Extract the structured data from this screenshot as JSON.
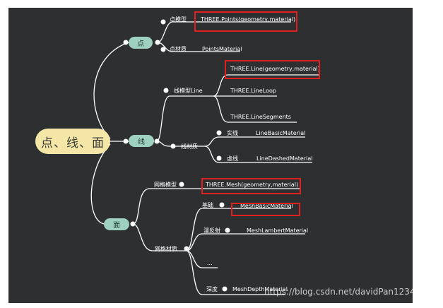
{
  "root": "点、线、面",
  "points": {
    "label": "点",
    "model_label": "点模型",
    "model_api": "THREE.Points(geometry,material)",
    "material_label": "点材质",
    "material_api": "PointsMaterial"
  },
  "line": {
    "label": "线",
    "model_label": "线模型Line",
    "apis": [
      "THREE.Line(geometry,material)",
      "THREE.LineLoop",
      "THREE.LineSegments"
    ],
    "material_label": "线材质",
    "solid_label": "实线",
    "solid_api": "LineBasicMaterial",
    "dashed_label": "虚线",
    "dashed_api": "LineDashedMaterial"
  },
  "mesh": {
    "label": "面",
    "model_label": "网格模型",
    "model_api": "THREE.Mesh(geometry,material)",
    "material_label": "网格材质",
    "basic_label": "基础",
    "basic_api": "MeshBasicMaterial",
    "lambert_label": "漫反射",
    "lambert_api": "MeshLambertMaterial",
    "ellipsis": "...",
    "depth_label": "深度",
    "depth_api": "MeshDepthMaterial"
  },
  "watermark": "https://blog.csdn.net/davidPan1234"
}
